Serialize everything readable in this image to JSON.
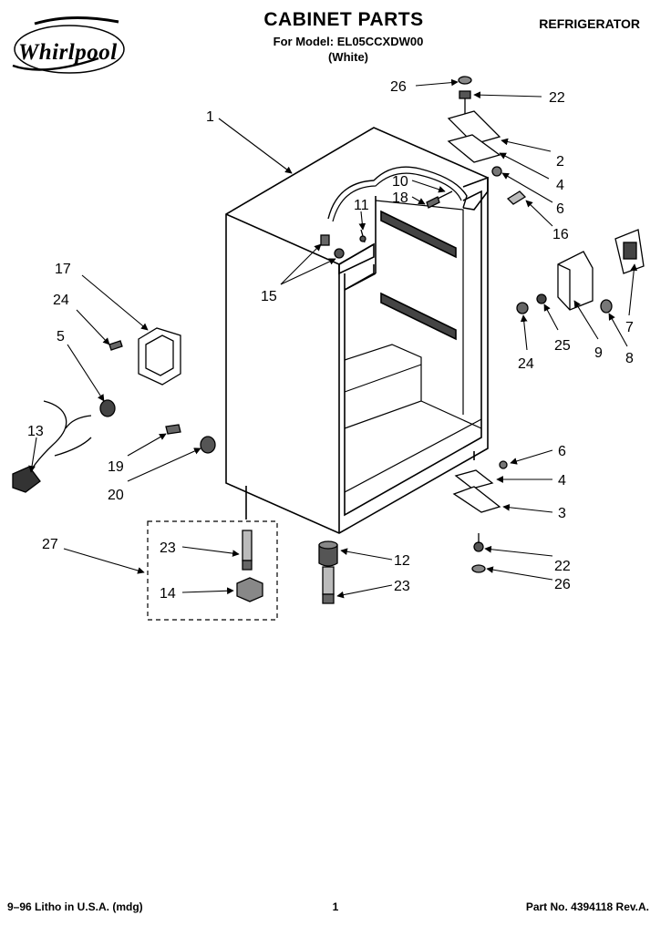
{
  "header": {
    "brand": "Whirlpool",
    "title": "CABINET PARTS",
    "model_line": "For Model: EL05CCXDW00",
    "color_line": "(White)",
    "category": "REFRIGERATOR"
  },
  "callouts": {
    "c1": "1",
    "c2": "2",
    "c3": "3",
    "c4a": "4",
    "c4b": "4",
    "c5": "5",
    "c6a": "6",
    "c6b": "6",
    "c7": "7",
    "c8": "8",
    "c9": "9",
    "c10": "10",
    "c11": "11",
    "c12": "12",
    "c13": "13",
    "c14": "14",
    "c15": "15",
    "c16": "16",
    "c17": "17",
    "c18": "18",
    "c19": "19",
    "c20": "20",
    "c22a": "22",
    "c22b": "22",
    "c23a": "23",
    "c23b": "23",
    "c24a": "24",
    "c24b": "24",
    "c25": "25",
    "c26a": "26",
    "c26b": "26",
    "c27": "27"
  },
  "footer": {
    "litho": "9–96 Litho in U.S.A. (mdg)",
    "page": "1",
    "part_no": "Part No. 4394118 Rev.A."
  }
}
